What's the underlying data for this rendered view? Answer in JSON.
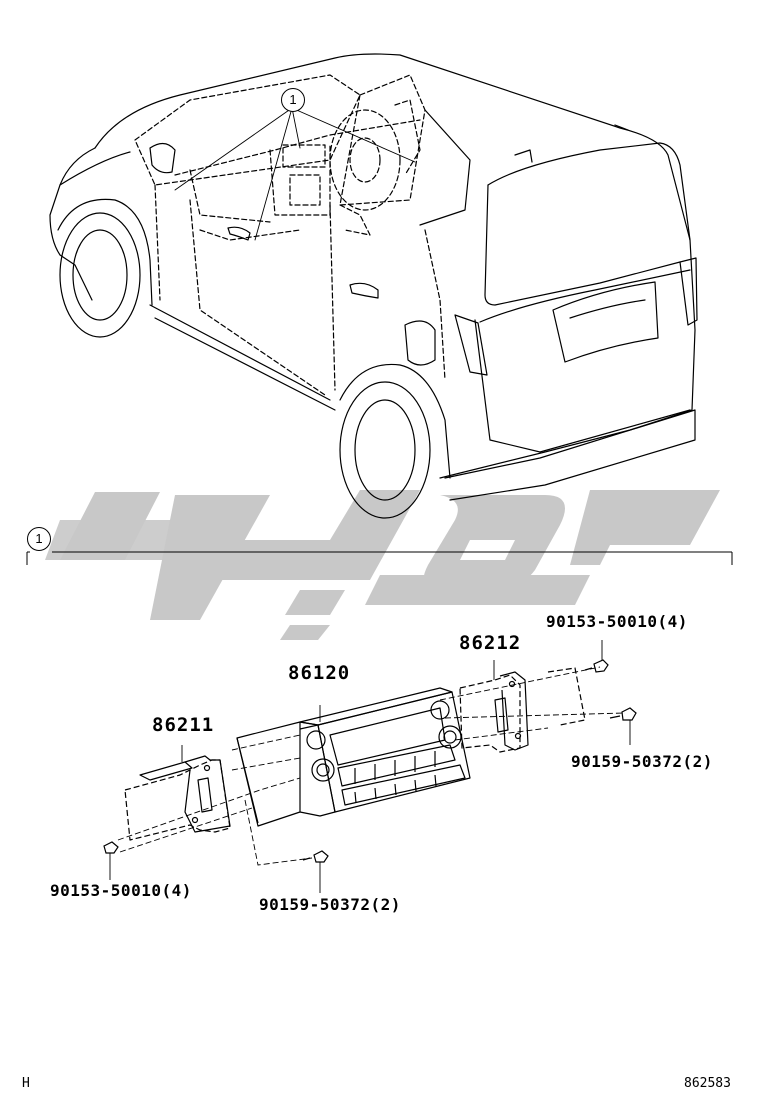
{
  "callouts": {
    "car_ref": "1",
    "section_ref": "1"
  },
  "parts": {
    "radio_unit": "86120",
    "bracket_left": "86211",
    "bracket_right": "86212",
    "screw_top_right": "90153-50010(4)",
    "screw_right": "90159-50372(2)",
    "screw_bottom_left": "90153-50010(4)",
    "screw_bottom_center": "90159-50372(2)"
  },
  "footer": {
    "left_code": "H",
    "right_code": "862583"
  },
  "watermark": {
    "color": "#c8c8c8"
  }
}
